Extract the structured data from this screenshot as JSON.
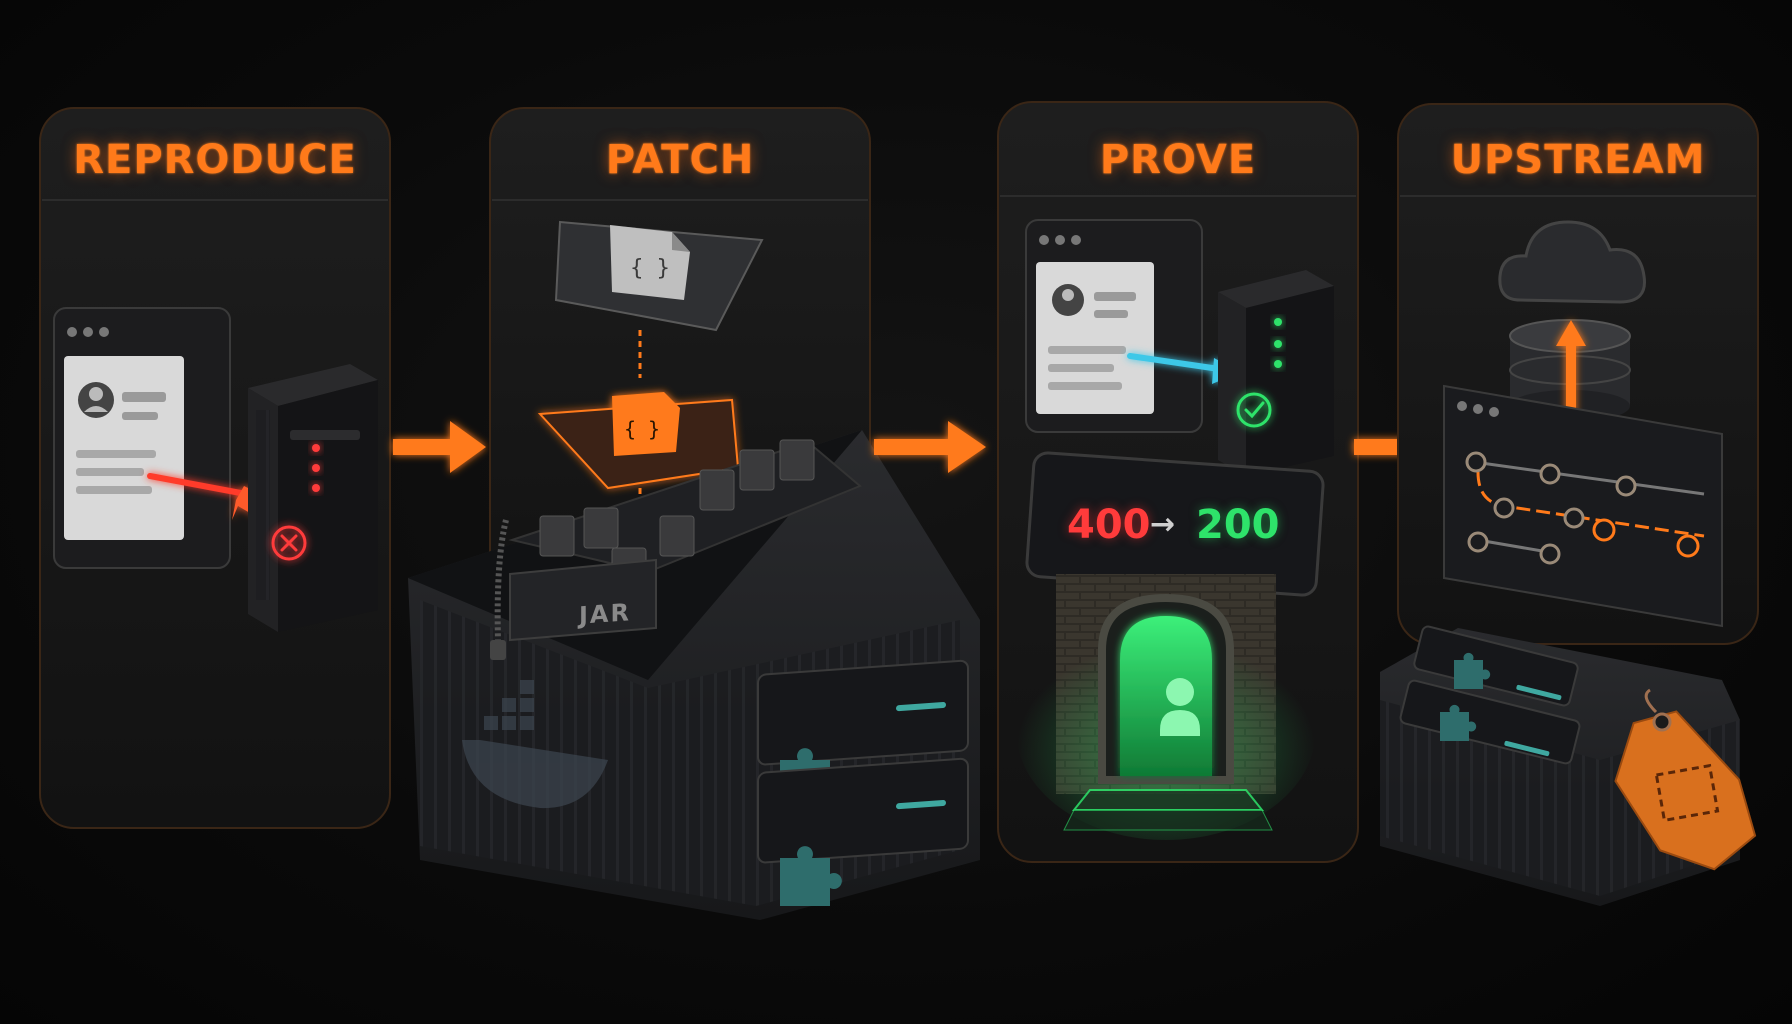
{
  "stages": [
    {
      "title": "REPRODUCE"
    },
    {
      "title": "PATCH"
    },
    {
      "title": "PROVE"
    },
    {
      "title": "UPSTREAM"
    }
  ],
  "prove": {
    "status_before": "400",
    "arrow": "→",
    "status_after": "200"
  },
  "patch": {
    "archive_label": "JAR"
  },
  "colors": {
    "accent": "#ff7a1a",
    "error": "#ff3b3b",
    "success": "#2ee36a",
    "teal": "#3fa8a0",
    "request_arrow": "#3ec8e8"
  },
  "icons": [
    "browser-window-icon",
    "server-icon",
    "error-x-icon",
    "code-file-icon",
    "docker-whale-icon",
    "puzzle-icon",
    "check-icon",
    "door-icon",
    "cloud-icon",
    "database-icon",
    "git-graph-icon",
    "tag-icon"
  ]
}
